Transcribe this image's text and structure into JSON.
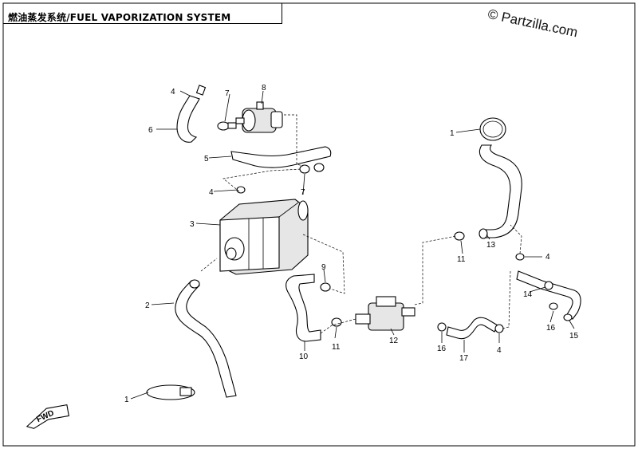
{
  "diagram": {
    "title": "燃油蒸发系统/FUEL VAPORIZATION SYSTEM",
    "watermark": "© Partzilla.com",
    "fwd_label": "FWD",
    "callouts": [
      {
        "id": "c1a",
        "text": "1"
      },
      {
        "id": "c1b",
        "text": "1"
      },
      {
        "id": "c2",
        "text": "2"
      },
      {
        "id": "c3",
        "text": "3"
      },
      {
        "id": "c4a",
        "text": "4"
      },
      {
        "id": "c4b",
        "text": "4"
      },
      {
        "id": "c4c",
        "text": "4"
      },
      {
        "id": "c4d",
        "text": "4"
      },
      {
        "id": "c5",
        "text": "5"
      },
      {
        "id": "c6",
        "text": "6"
      },
      {
        "id": "c7a",
        "text": "7"
      },
      {
        "id": "c7b",
        "text": "7"
      },
      {
        "id": "c8",
        "text": "8"
      },
      {
        "id": "c9",
        "text": "9"
      },
      {
        "id": "c10",
        "text": "10"
      },
      {
        "id": "c11a",
        "text": "11"
      },
      {
        "id": "c11b",
        "text": "11"
      },
      {
        "id": "c12",
        "text": "12"
      },
      {
        "id": "c13",
        "text": "13"
      },
      {
        "id": "c14",
        "text": "14"
      },
      {
        "id": "c15",
        "text": "15"
      },
      {
        "id": "c16a",
        "text": "16"
      },
      {
        "id": "c16b",
        "text": "16"
      },
      {
        "id": "c17",
        "text": "17"
      }
    ]
  }
}
